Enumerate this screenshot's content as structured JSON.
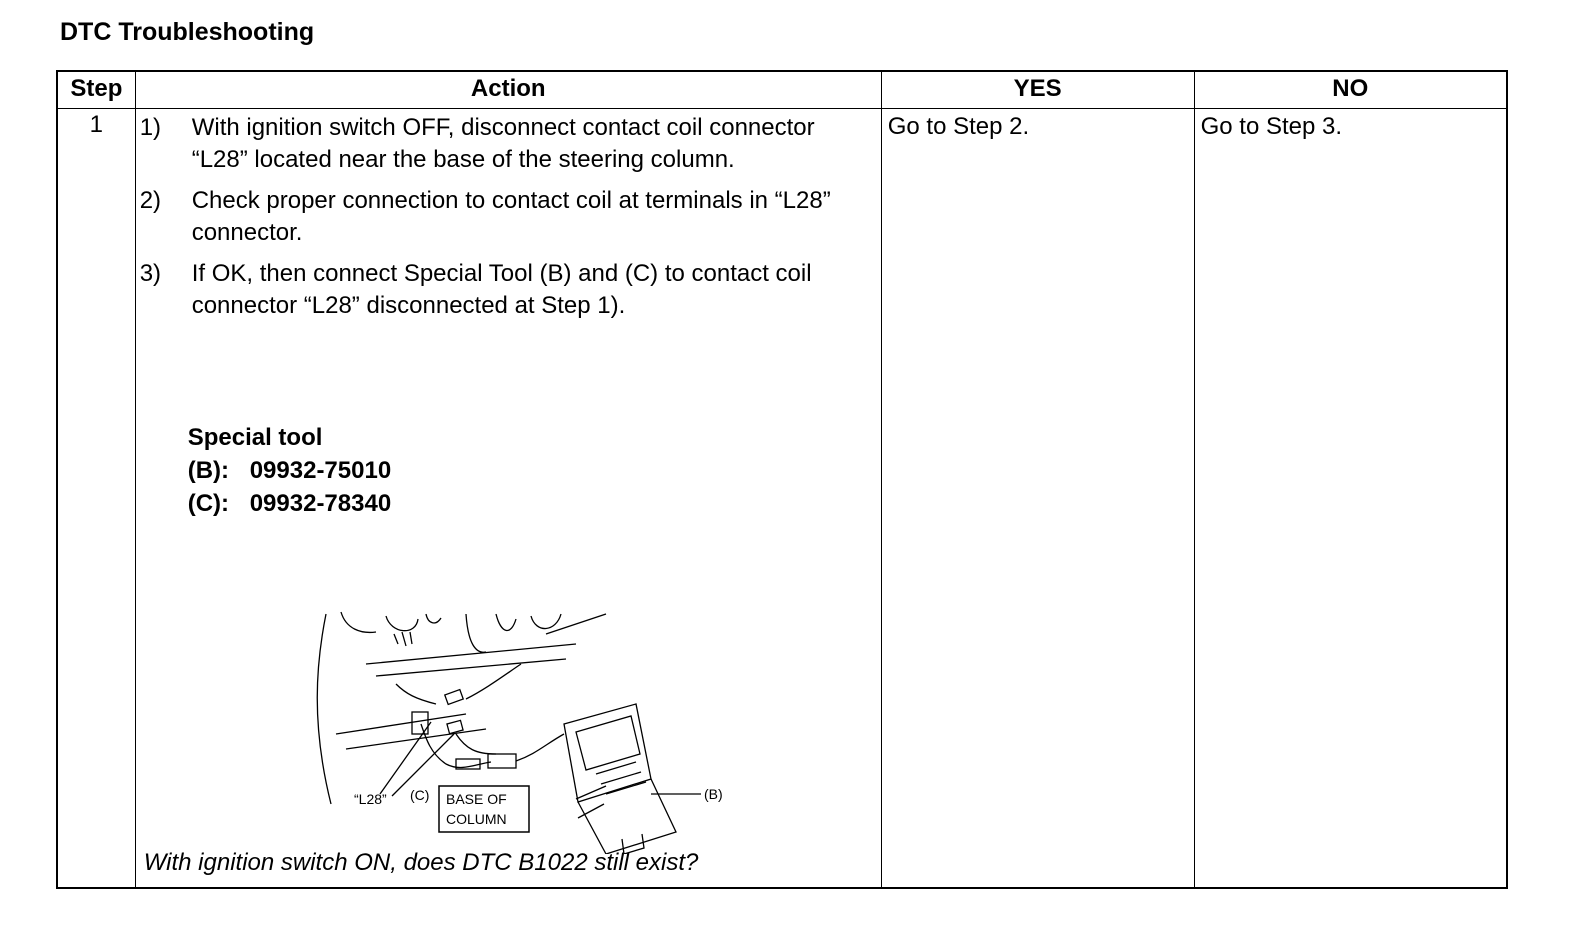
{
  "title": "DTC Troubleshooting",
  "headers": {
    "step": "Step",
    "action": "Action",
    "yes": "YES",
    "no": "NO"
  },
  "row": {
    "step": "1",
    "actions": [
      {
        "num": "1)",
        "text": "With ignition switch OFF, disconnect contact coil connector “L28” located near the base of the steering column."
      },
      {
        "num": "2)",
        "text": "Check proper connection to contact coil at terminals in “L28” connector."
      },
      {
        "num": "3)",
        "text": "If OK, then connect Special Tool (B) and (C) to contact coil connector “L28” disconnected at Step 1)."
      }
    ],
    "special_tool": {
      "heading": "Special tool",
      "b_label": "(B):",
      "b_value": "09932-75010",
      "c_label": "(C):",
      "c_value": "09932-78340"
    },
    "figure": {
      "label_l28": "“L28”",
      "label_c": "(C)",
      "label_base1": "BASE OF",
      "label_base2": "COLUMN",
      "label_b": "(B)"
    },
    "question": "With ignition switch ON, does DTC B1022 still exist?",
    "yes": "Go to Step 2.",
    "no": "Go to Step 3."
  }
}
